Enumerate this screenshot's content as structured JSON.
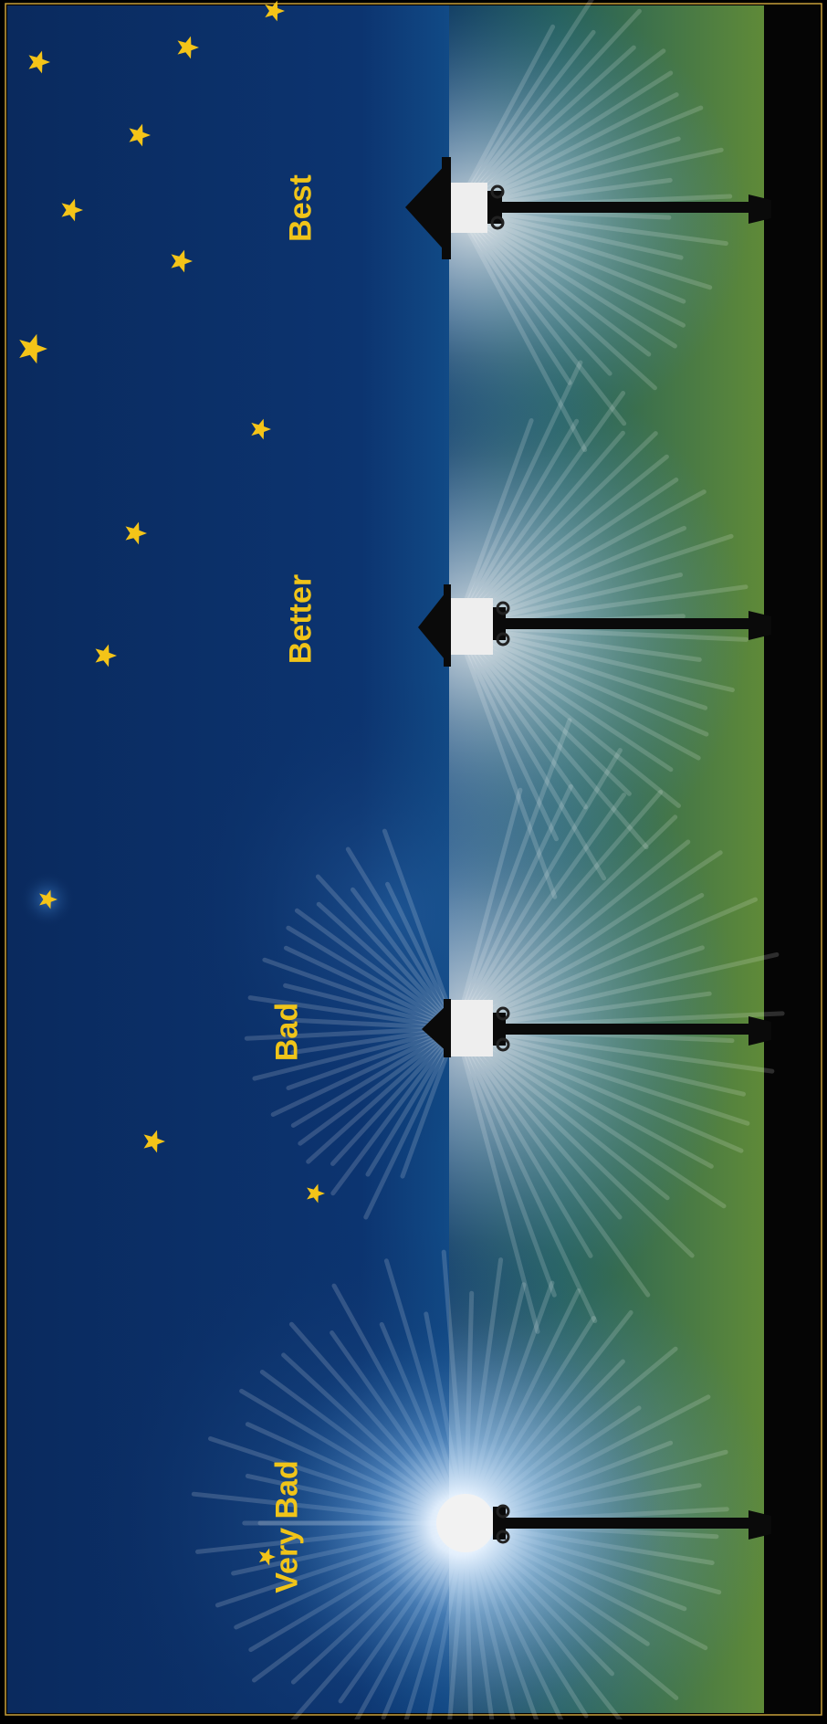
{
  "diagram": {
    "labels": {
      "very_bad": "Very Bad",
      "bad": "Bad",
      "better": "Better",
      "best": "Best"
    },
    "colors": {
      "sky": "#0b2e63",
      "sky_light": "#14589a",
      "ground": "#5f8a38",
      "ground_dark": "#0d2a2e",
      "pavement": "#050505",
      "label": "#f0c419",
      "star": "#f4c418",
      "frame": "#c8a03a"
    },
    "fixtures": [
      "globe",
      "open-cone",
      "partial-shield",
      "full-cutoff"
    ]
  }
}
